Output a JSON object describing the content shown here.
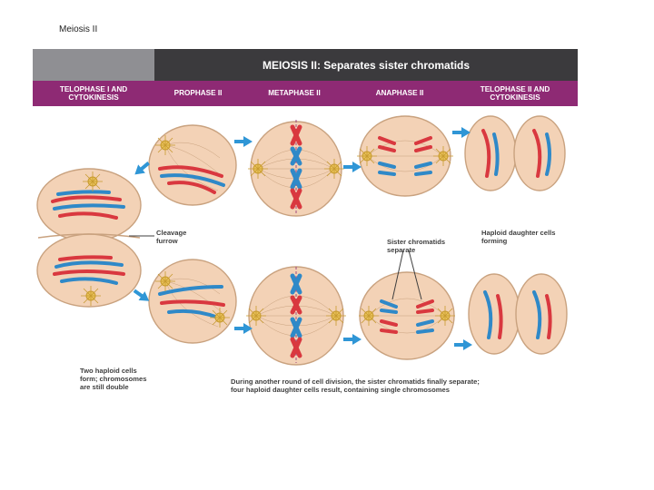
{
  "slide": {
    "title": "Meiosis II"
  },
  "header": {
    "main_title": "MEIOSIS II: Separates sister chromatids",
    "phases": [
      "TELOPHASE I AND\nCYTOKINESIS",
      "PROPHASE II",
      "METAPHASE II",
      "ANAPHASE II",
      "TELOPHASE II AND\nCYTOKINESIS"
    ]
  },
  "labels": {
    "cleavage": "Cleavage\nfurrow",
    "sister": "Sister chromatids\nseparate",
    "haploid_forming": "Haploid daughter cells\nforming",
    "two_haploid": "Two haploid cells\nform; chromosomes\nare still double",
    "caption": "During another round of cell division, the sister chromatids finally separate;\nfour haploid daughter cells result, containing single chromosomes"
  },
  "colors": {
    "header_dark": "#3b3a3d",
    "header_grey": "#8f8f93",
    "phase_bar": "#8e2a74",
    "cell_fill": "#f3d2b6",
    "cell_edge": "#c9a27f",
    "chromosome_red": "#d9383f",
    "chromosome_blue": "#2f89c8",
    "arrow_blue": "#2f96d6",
    "centrosome": "#e9c25a"
  }
}
